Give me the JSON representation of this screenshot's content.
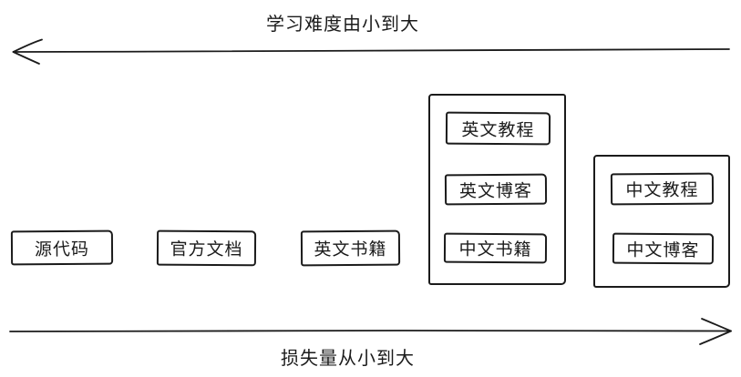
{
  "colors": {
    "stroke": "#1b1b1b",
    "background": "#ffffff"
  },
  "top_axis": {
    "label": "学习难度由小到大",
    "arrow_direction": "left"
  },
  "bottom_axis": {
    "label": "损失量从小到大",
    "arrow_direction": "right"
  },
  "boxes": [
    {
      "label": "源代码"
    },
    {
      "label": "官方文档"
    },
    {
      "label": "英文书籍"
    }
  ],
  "groups": [
    {
      "items": [
        {
          "label": "英文教程"
        },
        {
          "label": "英文博客"
        },
        {
          "label": "中文书籍"
        }
      ]
    },
    {
      "items": [
        {
          "label": "中文教程"
        },
        {
          "label": "中文博客"
        }
      ]
    }
  ]
}
